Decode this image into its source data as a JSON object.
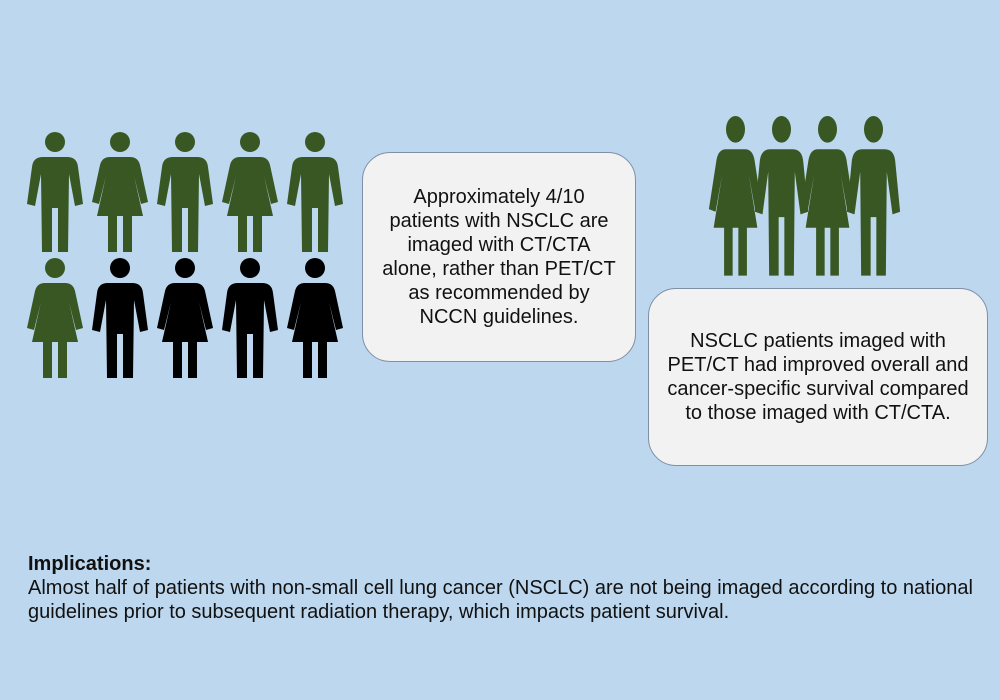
{
  "colors": {
    "background": "#bdd7ee",
    "green_figure": "#385723",
    "black_figure": "#000000",
    "bubble_fill": "#f2f2f2",
    "bubble_border": "#7f8fa6"
  },
  "people_grid": {
    "rows": [
      [
        {
          "gender": "male",
          "color": "green"
        },
        {
          "gender": "female",
          "color": "green"
        },
        {
          "gender": "male",
          "color": "green"
        },
        {
          "gender": "female",
          "color": "green"
        },
        {
          "gender": "male",
          "color": "green"
        }
      ],
      [
        {
          "gender": "female",
          "color": "green"
        },
        {
          "gender": "male",
          "color": "black"
        },
        {
          "gender": "female",
          "color": "black"
        },
        {
          "gender": "male",
          "color": "black"
        },
        {
          "gender": "female",
          "color": "black"
        }
      ]
    ]
  },
  "callout_left": {
    "text": "Approximately 4/10 patients with NSCLC are imaged with CT/CTA alone, rather than PET/CT as recommended by NCCN guidelines."
  },
  "callout_right": {
    "text": "NSCLC patients imaged with PET/CT had improved overall and cancer-specific survival compared to those imaged with CT/CTA."
  },
  "group_figures": [
    "female",
    "male",
    "female",
    "male"
  ],
  "implications": {
    "heading": "Implications:",
    "body": "Almost half of patients with non-small cell lung cancer (NSCLC) are not being imaged according to national guidelines prior to subsequent radiation therapy, which impacts patient survival."
  }
}
